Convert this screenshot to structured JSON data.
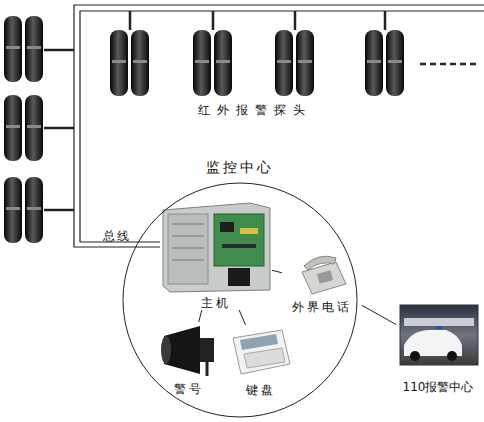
{
  "diagram": {
    "nodes": [
      {
        "text": [
          "监控中心"
        ]
      },
      {
        "text": [
          "主机"
        ],
        "in": 0
      },
      {
        "text": [
          "外界电话"
        ],
        "in": 0
      },
      {
        "text": [
          "警号"
        ],
        "in": 0
      },
      {
        "text": [
          "键盘"
        ],
        "in": 0
      },
      {
        "text": [
          "110报警中心"
        ]
      }
    ],
    "edges": [
      {
        "from": 1,
        "to": 2,
        "arrow": "none"
      },
      {
        "from": 1,
        "to": 3,
        "arrow": "none"
      },
      {
        "from": 1,
        "to": 4,
        "arrow": "none"
      },
      {
        "from": 2,
        "to": 5,
        "arrow": "none"
      }
    ],
    "labels": [
      "红外报警探头",
      "总线"
    ]
  }
}
